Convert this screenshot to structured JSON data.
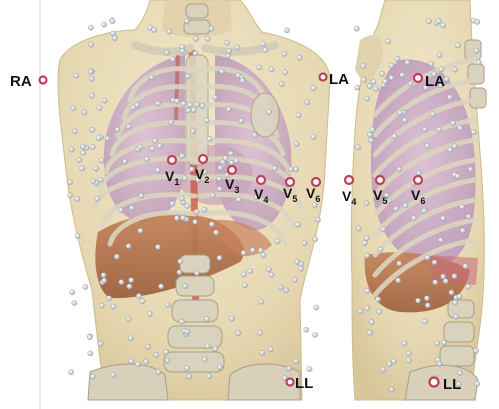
{
  "limb_leads": {
    "ra": "RA",
    "la": "LA",
    "la_side": "LA",
    "ll": "LL",
    "ll_side": "LL"
  },
  "precordial_front": [
    {
      "letter": "V",
      "num": "1"
    },
    {
      "letter": "V",
      "num": "2"
    },
    {
      "letter": "V",
      "num": "3"
    },
    {
      "letter": "V",
      "num": "4"
    },
    {
      "letter": "V",
      "num": "5"
    },
    {
      "letter": "V",
      "num": "6"
    }
  ],
  "precordial_side": [
    {
      "letter": "V",
      "num": "4"
    },
    {
      "letter": "V",
      "num": "5"
    },
    {
      "letter": "V",
      "num": "6"
    }
  ],
  "colors": {
    "skin": "#e9dcb8",
    "bone": "#ddd6c2",
    "lung": "#c9a9c9",
    "liver": "#b8764e",
    "electrode_ring": "#c0405a",
    "electrode_dot": "#c9d0d6"
  }
}
